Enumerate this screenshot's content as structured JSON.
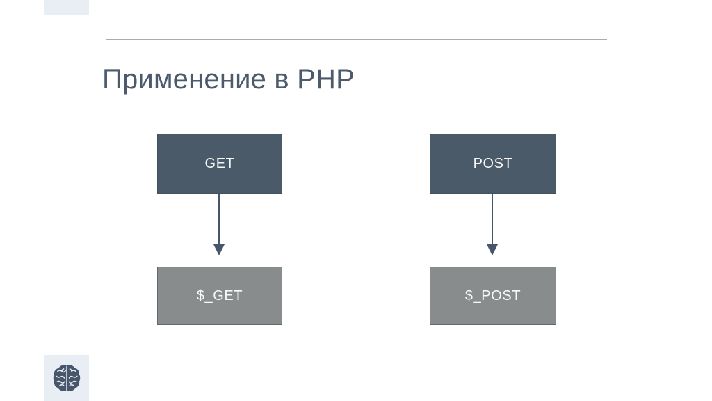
{
  "slide": {
    "title": "Применение в PHP"
  },
  "diagram": {
    "pairs": [
      {
        "source": "GET",
        "target": "$_GET"
      },
      {
        "source": "POST",
        "target": "$_POST"
      }
    ]
  },
  "icons": {
    "logo": "brain-icon",
    "arrow": "down-arrow-icon"
  },
  "colors": {
    "box_dark": "#4b5a68",
    "box_gray": "#898c8c",
    "accent_light": "#e9edf4",
    "title_text": "#4c5b6c",
    "box_text": "#f7f8f8",
    "arrow": "#47566a",
    "divider": "#a6a6a6"
  }
}
